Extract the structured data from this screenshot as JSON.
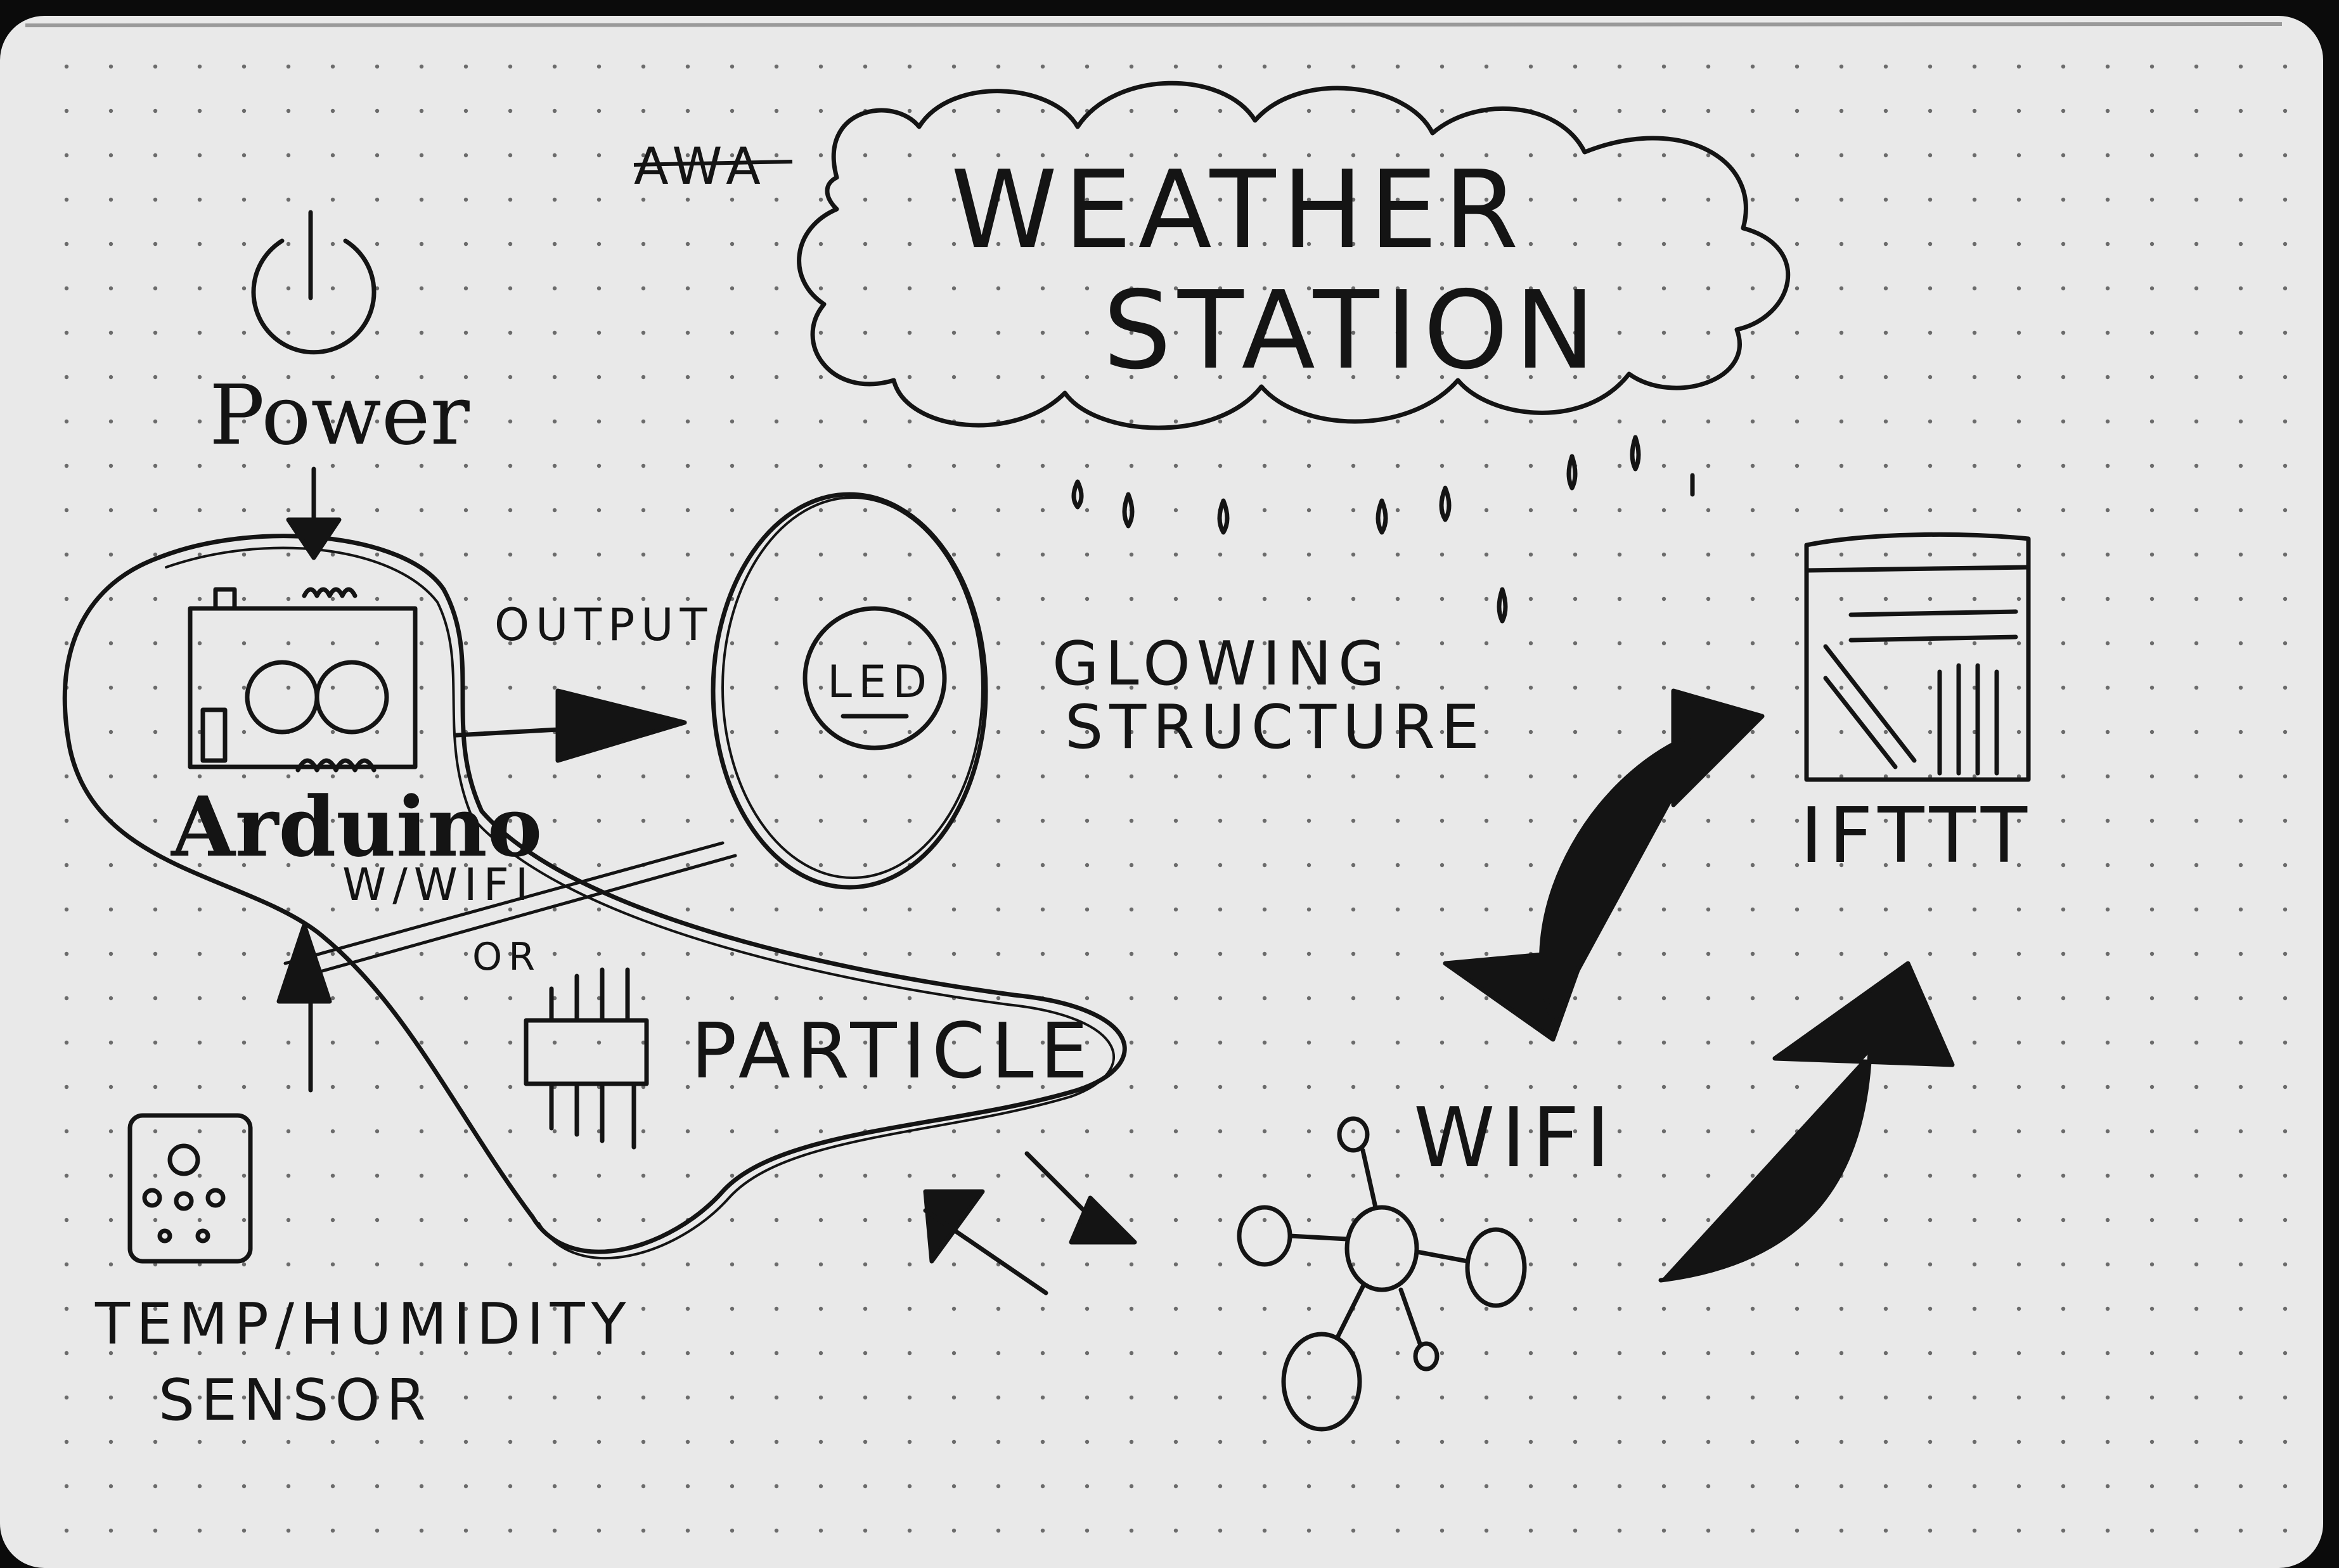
{
  "title": {
    "line1": "WEATHER",
    "line2": "STATION",
    "strike": "AWA"
  },
  "power": {
    "label": "Power"
  },
  "arduino": {
    "label": "Arduino",
    "sub": "W/WIFI",
    "or": "OR"
  },
  "output": {
    "label": "OUTPUT"
  },
  "led": {
    "label": "LED",
    "desc1": "GLOWING",
    "desc2": "STRUCTURE"
  },
  "particle": {
    "label": "PARTICLE"
  },
  "sensor": {
    "label1": "TEMP/HUMIDITY",
    "label2": "SENSOR"
  },
  "wifi": {
    "label": "WIFI"
  },
  "ifttt": {
    "label": "IFTTT"
  },
  "colors": {
    "paper": "#e9e9e9",
    "ink": "#141414",
    "dot": "#6b6b6b",
    "edge": "#0b0b0b"
  }
}
